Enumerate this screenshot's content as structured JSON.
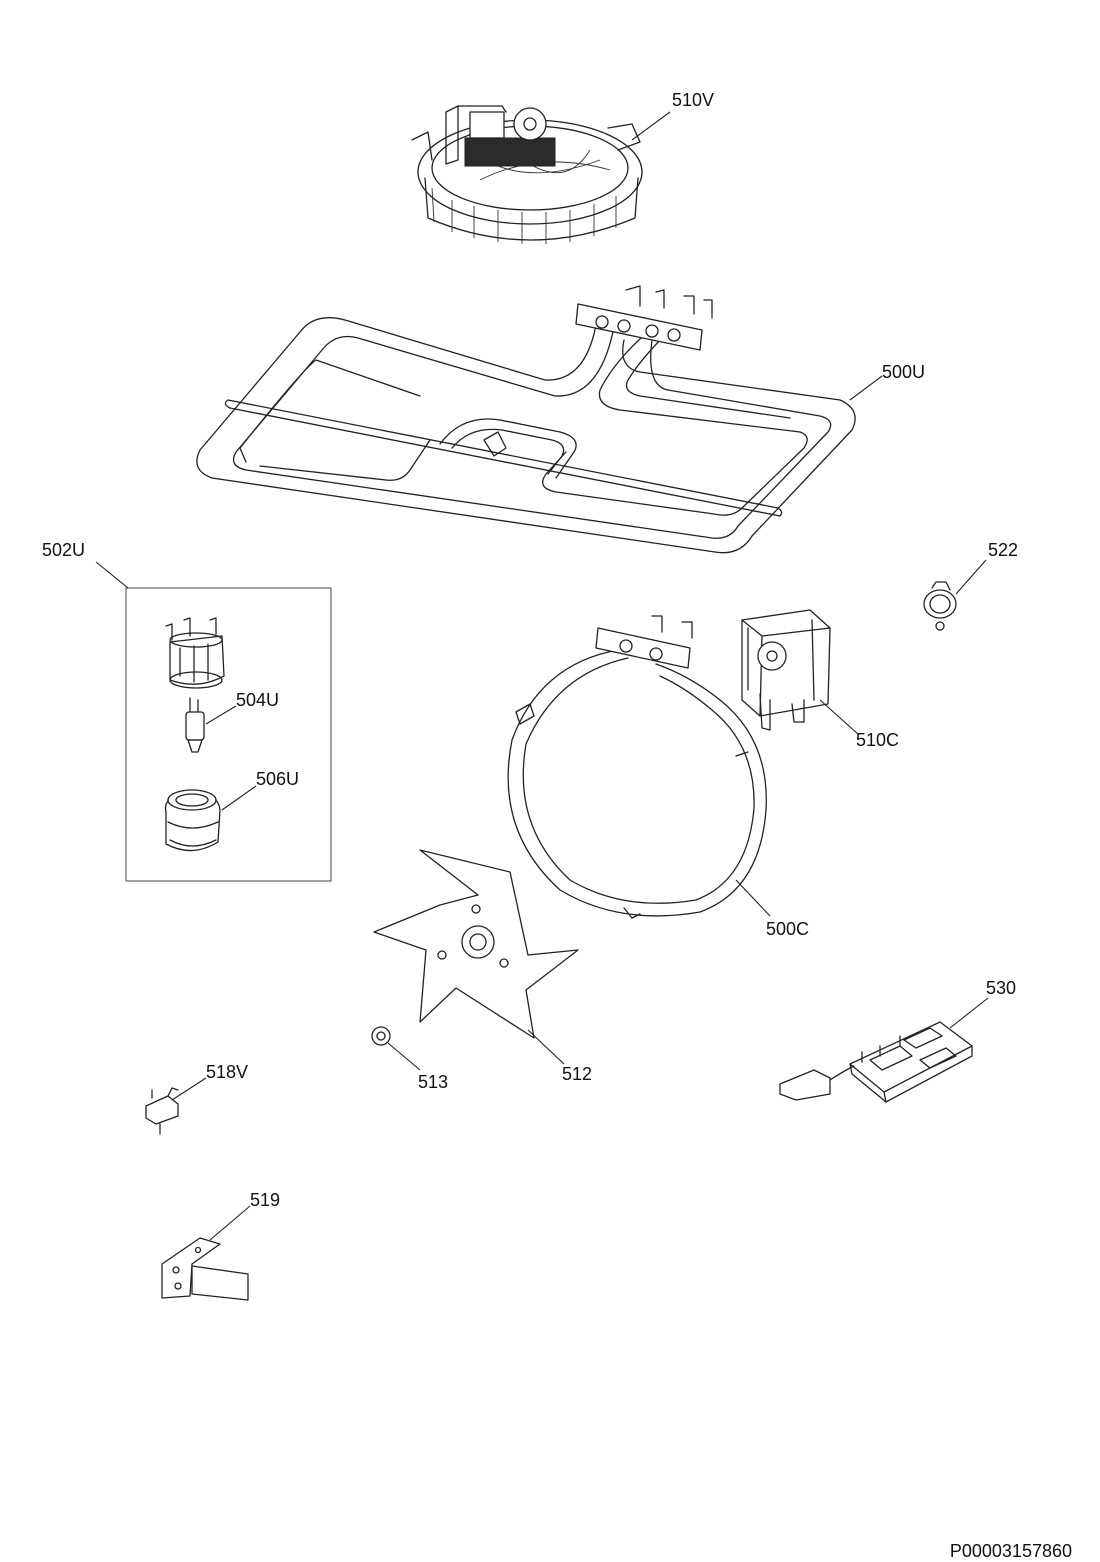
{
  "diagram": {
    "labels": {
      "fan_motor_assembly": "510V",
      "upper_heating_element": "500U",
      "lamp_kit": "502U",
      "lamp_bulb": "504U",
      "lamp_cover": "506U",
      "clip": "522",
      "circular_element": "500C",
      "cooling_fan_motor": "510C",
      "fan_blade": "512",
      "nut": "513",
      "thermal_cutout": "518V",
      "bracket": "519",
      "control_board": "530"
    },
    "document_id": "P00003157860"
  }
}
